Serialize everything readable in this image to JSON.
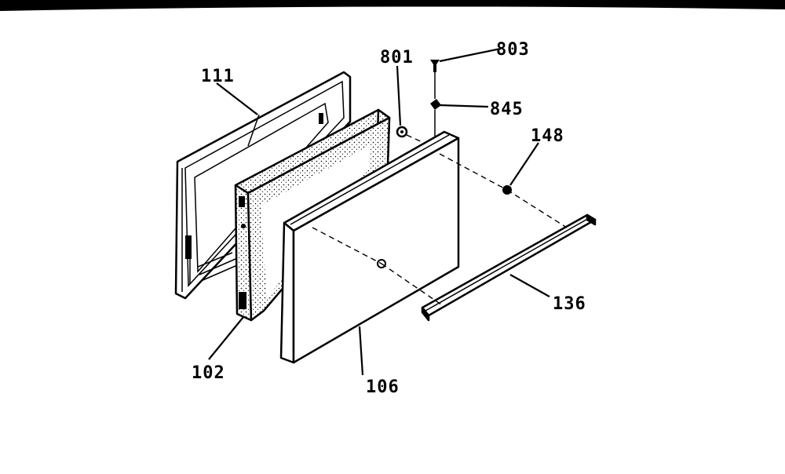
{
  "diagram": {
    "callouts": {
      "c111": "111",
      "c102": "102",
      "c106": "106",
      "c801": "801",
      "c803": "803",
      "c845": "845",
      "c148": "148",
      "c136": "136"
    }
  },
  "colors": {
    "ink": "#000000",
    "paper": "#ffffff",
    "top_bar": "#000000"
  }
}
